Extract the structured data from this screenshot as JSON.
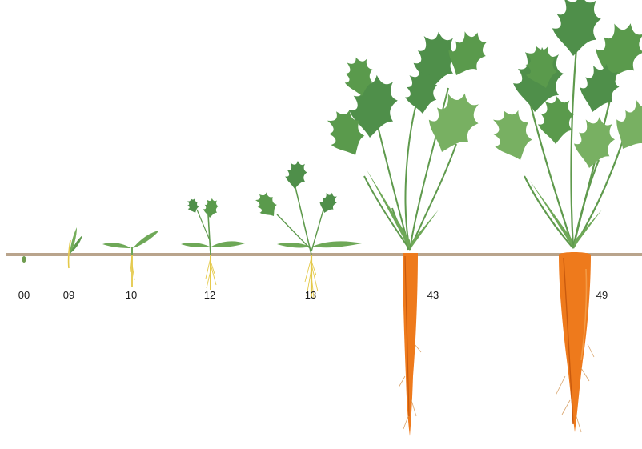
{
  "diagram": {
    "stages": [
      {
        "code": "00"
      },
      {
        "code": "09"
      },
      {
        "code": "10"
      },
      {
        "code": "12"
      },
      {
        "code": "13"
      },
      {
        "code": "43"
      },
      {
        "code": "49"
      }
    ]
  },
  "colors": {
    "soil_line": "#b9a48c",
    "leaf_dark": "#4f8f4a",
    "leaf_light": "#78b062",
    "stem": "#5f9a4d",
    "root_young": "#e4c94a",
    "carrot": "#ee7a1c",
    "carrot_shade": "#c95a0e",
    "seed": "#6f9c4f"
  }
}
